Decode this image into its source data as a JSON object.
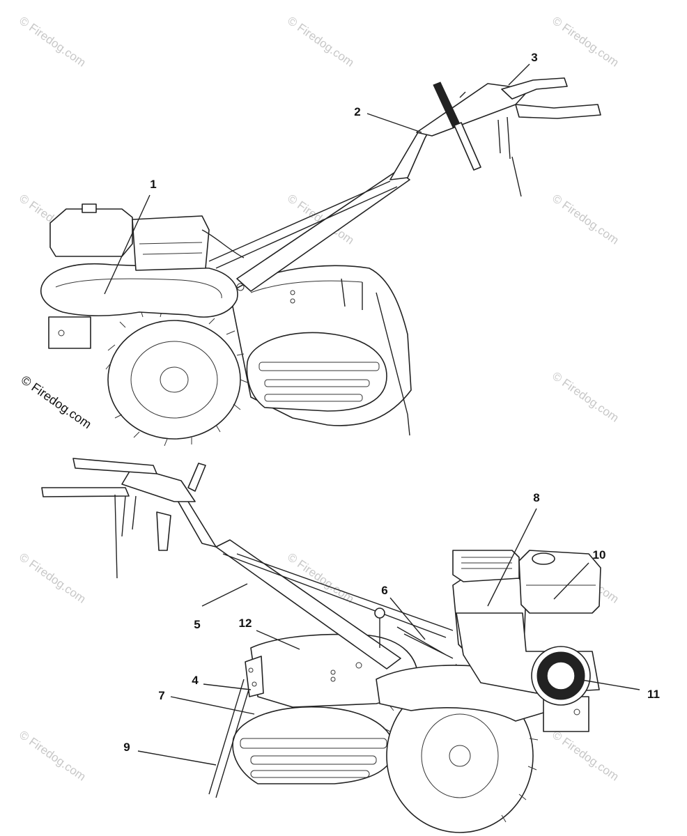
{
  "watermark": {
    "text": "© Firedog.com"
  },
  "callouts": [
    {
      "id": "1",
      "label": "1"
    },
    {
      "id": "2",
      "label": "2"
    },
    {
      "id": "3",
      "label": "3"
    },
    {
      "id": "4",
      "label": "4"
    },
    {
      "id": "5",
      "label": "5"
    },
    {
      "id": "6",
      "label": "6"
    },
    {
      "id": "7",
      "label": "7"
    },
    {
      "id": "8",
      "label": "8"
    },
    {
      "id": "9",
      "label": "9"
    },
    {
      "id": "10",
      "label": "10"
    },
    {
      "id": "11",
      "label": "11"
    },
    {
      "id": "12",
      "label": "12"
    }
  ]
}
